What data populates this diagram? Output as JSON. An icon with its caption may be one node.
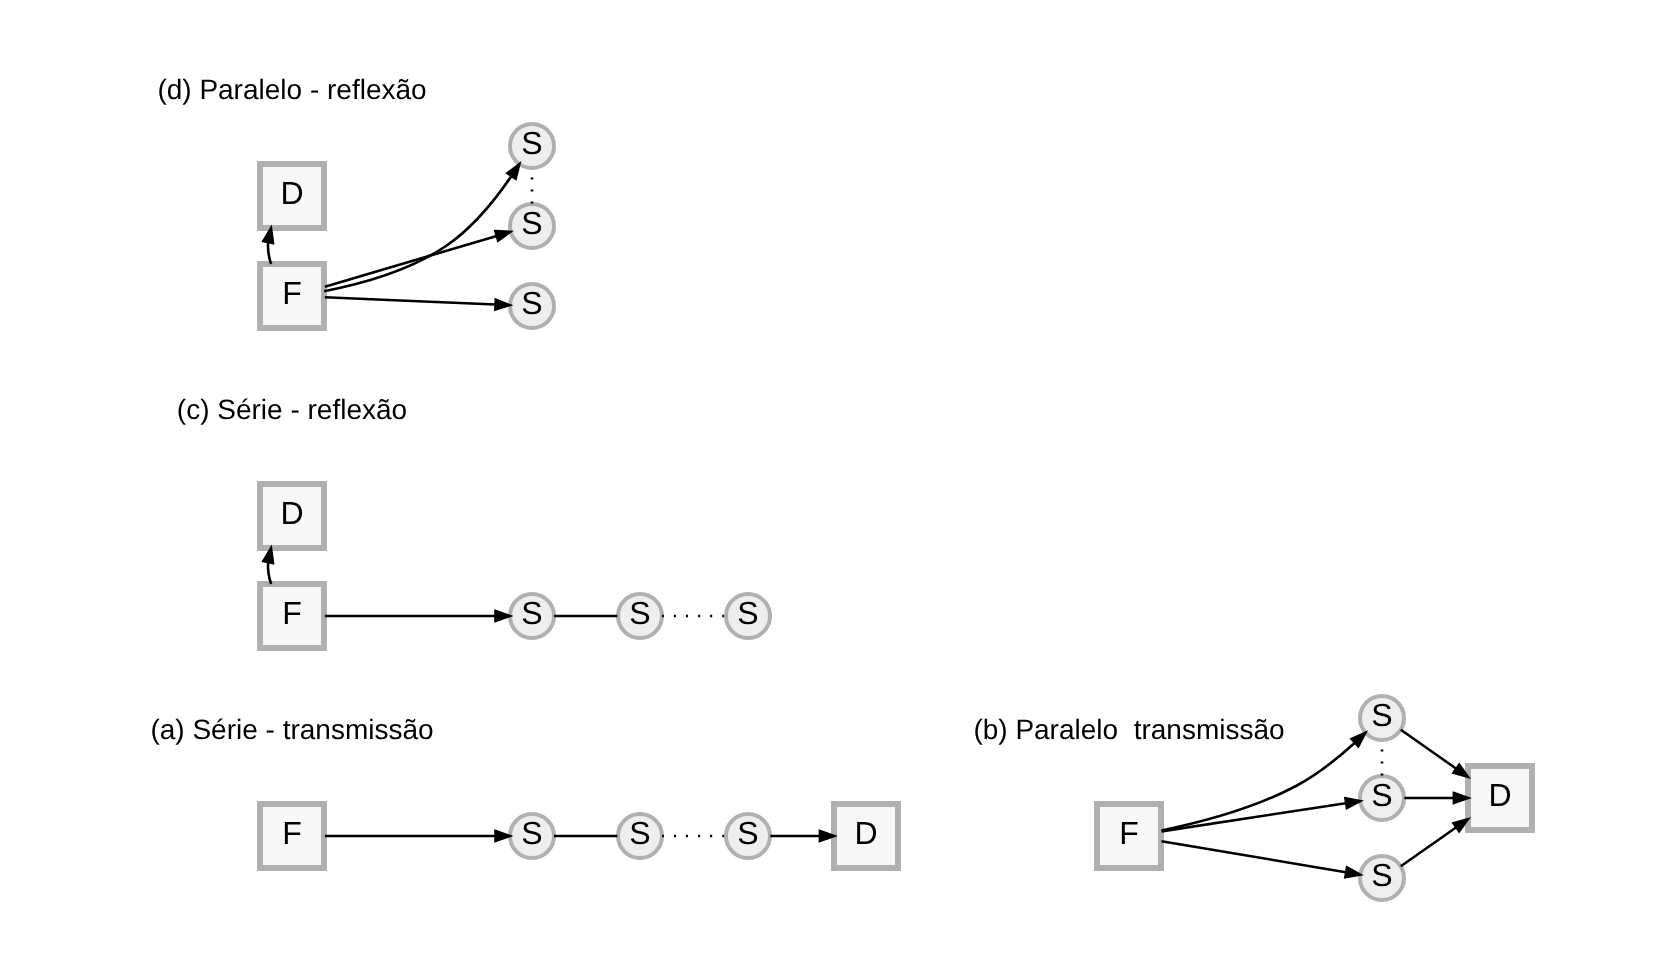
{
  "diagram": {
    "nodes": [
      {
        "text": [
          "F"
        ]
      },
      {
        "text": [
          "S"
        ]
      },
      {
        "text": [
          "S"
        ]
      },
      {
        "text": [
          "S"
        ]
      },
      {
        "text": [
          "D"
        ]
      },
      {
        "text": [
          "F"
        ]
      },
      {
        "text": [
          "S"
        ]
      },
      {
        "text": [
          "S"
        ]
      },
      {
        "text": [
          "S"
        ]
      },
      {
        "text": [
          "D"
        ]
      },
      {
        "text": [
          "F"
        ]
      },
      {
        "text": [
          "D"
        ]
      },
      {
        "text": [
          "S"
        ]
      },
      {
        "text": [
          "S"
        ]
      },
      {
        "text": [
          "S"
        ]
      },
      {
        "text": [
          "F"
        ]
      },
      {
        "text": [
          "D"
        ]
      },
      {
        "text": [
          "S"
        ]
      },
      {
        "text": [
          "S"
        ]
      },
      {
        "text": [
          "S"
        ]
      }
    ],
    "edges": [
      {
        "from": 0,
        "to": 1,
        "arrow": "to"
      },
      {
        "from": 1,
        "to": 2,
        "arrow": "none"
      },
      {
        "from": 2,
        "to": 3,
        "arrow": "none",
        "style": "dashed"
      },
      {
        "from": 3,
        "to": 4,
        "arrow": "to"
      },
      {
        "from": 5,
        "to": 6,
        "arrow": "to"
      },
      {
        "from": 5,
        "to": 7,
        "arrow": "to"
      },
      {
        "from": 5,
        "to": 8,
        "arrow": "to"
      },
      {
        "from": 6,
        "to": 9,
        "arrow": "to"
      },
      {
        "from": 7,
        "to": 9,
        "arrow": "to"
      },
      {
        "from": 8,
        "to": 9,
        "arrow": "to"
      },
      {
        "from": 7,
        "to": 8,
        "arrow": "none",
        "style": "dashed"
      },
      {
        "from": 10,
        "to": 12,
        "arrow": "to"
      },
      {
        "from": 10,
        "to": 11,
        "arrow": "to"
      },
      {
        "from": 12,
        "to": 13,
        "arrow": "none"
      },
      {
        "from": 13,
        "to": 14,
        "arrow": "none",
        "style": "dashed"
      },
      {
        "from": 15,
        "to": 17,
        "arrow": "to"
      },
      {
        "from": 15,
        "to": 18,
        "arrow": "to"
      },
      {
        "from": 15,
        "to": 19,
        "arrow": "to"
      },
      {
        "from": 15,
        "to": 16,
        "arrow": "to"
      },
      {
        "from": 18,
        "to": 19,
        "arrow": "none",
        "style": "dashed"
      }
    ],
    "labels": [
      "(a) Série - transmissão",
      "(b) Paralelo  transmissão",
      "(c) Série - reflexão",
      "(d) Paralelo - reflexão"
    ]
  }
}
